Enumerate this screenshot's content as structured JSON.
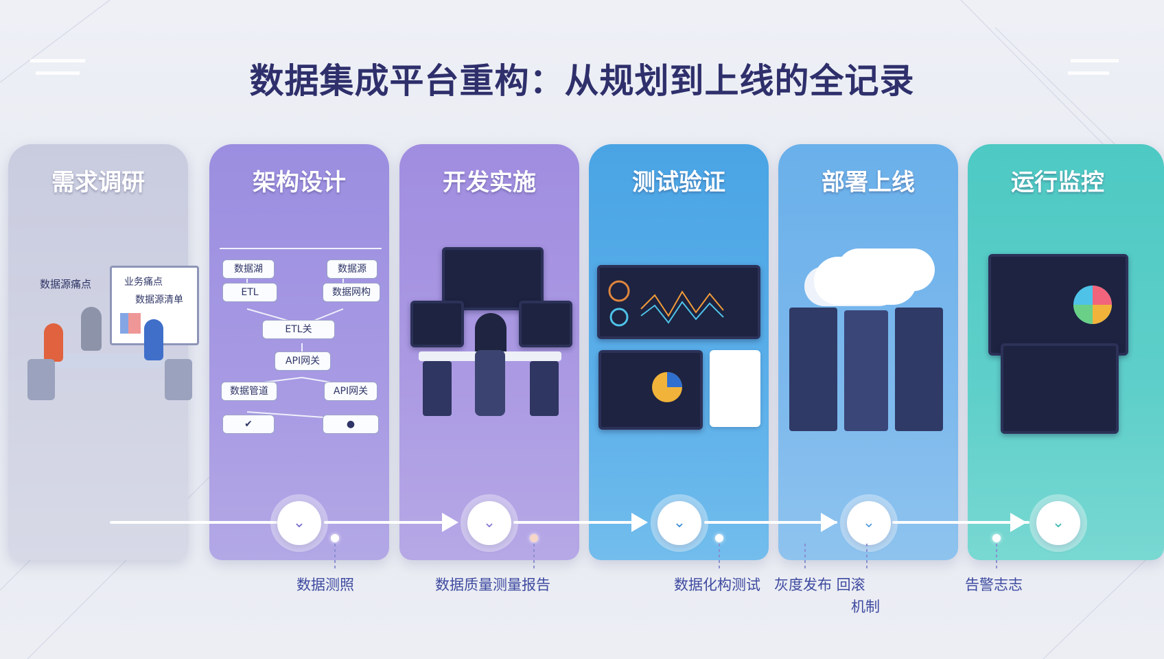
{
  "title": "数据集成平台重构：从规划到上线的全记录",
  "stages": [
    {
      "label": "需求调研",
      "node_icon": "chevron-down-icon"
    },
    {
      "label": "架构设计",
      "node_icon": "chevron-down-icon"
    },
    {
      "label": "开发实施",
      "node_icon": "chevron-down-icon"
    },
    {
      "label": "测试验证",
      "node_icon": "chevron-down-icon"
    },
    {
      "label": "部署上线",
      "node_icon": "chevron-down-icon"
    },
    {
      "label": "运行监控",
      "node_icon": "chevron-down-icon"
    }
  ],
  "research": {
    "note_left": "数据源痛点",
    "board_line1": "业务痛点",
    "board_line2": "数据源清单"
  },
  "architecture": {
    "nodes": [
      "数据湖",
      "数据源",
      "ETL",
      "数据网构",
      "ETL关",
      "API网关",
      "数据管道",
      "API网关"
    ]
  },
  "captions": [
    {
      "text": "数据测照"
    },
    {
      "text": "数据质量测量报告"
    },
    {
      "text": "数据化构测试"
    },
    {
      "text": "灰度发布  回滚"
    },
    {
      "text": "机制"
    },
    {
      "text": "告警志志"
    }
  ],
  "colors": {
    "title": "#2e2f6b",
    "caption": "#3e4aa0",
    "research": "#c9ccdf",
    "architecture": "#9b8ee0",
    "development": "#a08de0",
    "testing": "#4aa4e4",
    "deployment": "#6ab0ea",
    "monitoring": "#4ec9c3"
  }
}
